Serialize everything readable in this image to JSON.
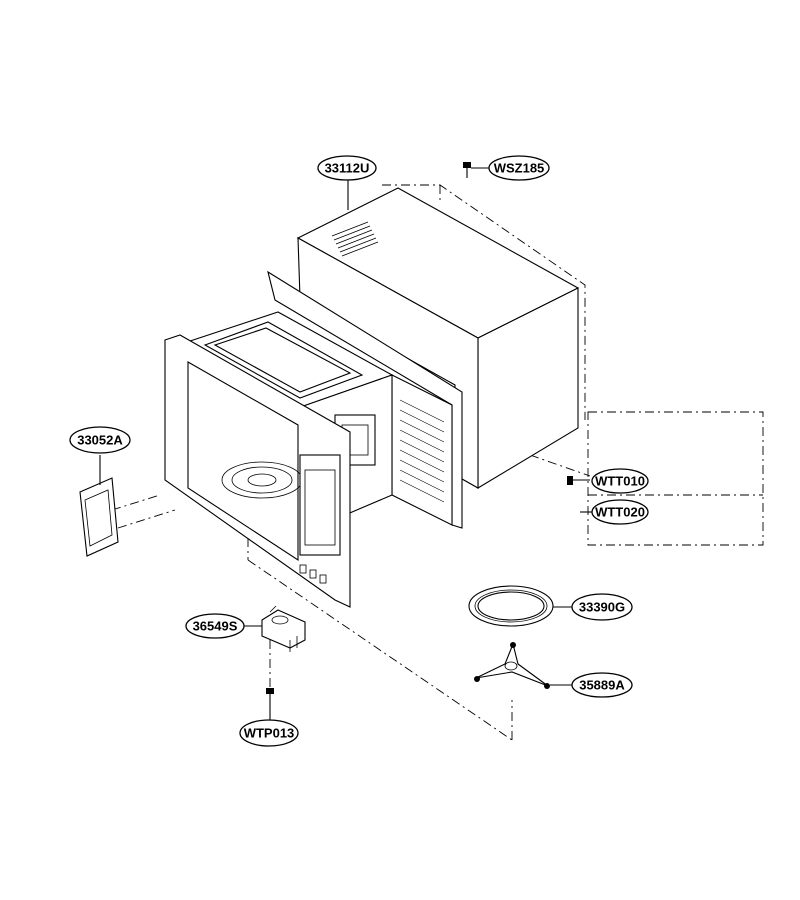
{
  "parts": {
    "cabinet": "33112U",
    "screw_top": "WSZ185",
    "bracket": "33052A",
    "motor": "36549S",
    "motor_screw": "WTP013",
    "screw_side_1": "WTT010",
    "screw_side_2": "WTT020",
    "tray": "33390G",
    "roller": "35889A"
  }
}
